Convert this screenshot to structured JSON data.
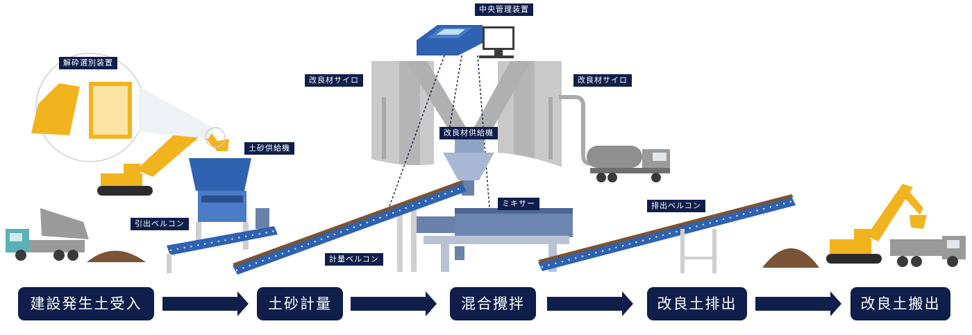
{
  "labels": {
    "central_control": "中央管理装置",
    "crusher": "解砕選別装置",
    "soil_feeder": "土砂供給機",
    "silo_left": "改良材サイロ",
    "silo_right": "改良材サイロ",
    "additive_feeder": "改良材供給機",
    "draw_conveyor": "引出ベルコン",
    "weigh_conveyor": "計量ベルコン",
    "mixer": "ミキサー",
    "discharge_conveyor": "排出ベルコン"
  },
  "steps": [
    "建設発生土受入",
    "土砂計量",
    "混合攪拌",
    "改良土排出",
    "改良土搬出"
  ],
  "colors": {
    "navy": "#0f1e4a",
    "blue": "#2f62b0",
    "yellow": "#f2b41e",
    "gray": "#c8c8c8",
    "soil": "#7a5434"
  }
}
